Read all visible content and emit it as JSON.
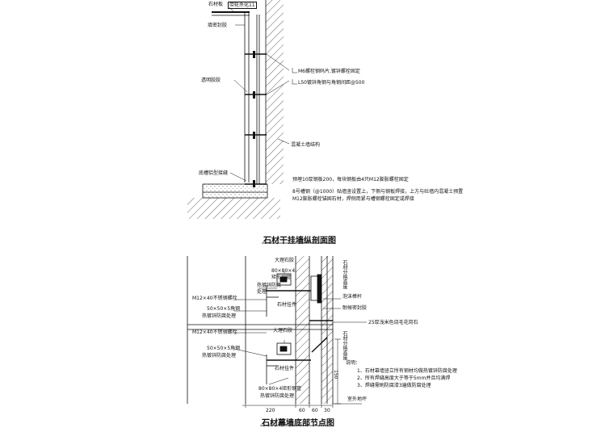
{
  "upper": {
    "title": "石材干挂墙纵剖面图",
    "labels": {
      "stone_panel": "石材板",
      "backing_rod": "带轮杀化11",
      "sealant": "填密封胶",
      "bolt": "M6螺栓钢码片,镀锌螺栓固定",
      "angle": "L50镀锌角钢与角钢间距@500",
      "transparent_glue": "透明胶胶",
      "structure": "混凝土墙结构",
      "bottom_drain": "底槽铝型接缝",
      "note1": "预埋10厚钢板200，每块钢板由4只M12膨胀螺栓固定",
      "note2": "8号槽钢（@1000）贴墙竖设置上，下侧与钢板焊接，上方与砼墙内混凝土预置",
      "note3": "M12膨胀螺栓锚固石材，焊侧用紧与槽钢螺栓固定或焊接"
    }
  },
  "lower": {
    "title": "石材幕墙底部节点图",
    "labels": {
      "marble_glue_a": "大理石胶",
      "bar_a1": "80×80×4",
      "bar_a2": "矩形钢管",
      "anchor_a1": "热镀锌防腐",
      "anchor_a2": "处理",
      "bolt_a": "M12×40不锈钢螺栓",
      "angle_a1": "50×50×5角钢",
      "angle_a2": "热镀锌防腐处理",
      "pendant_a": "石材挂件",
      "foam": "泡沫棒杆",
      "sealant_a": "耐候密封胶",
      "ledge": "25厚浅米色烧毛花岗石",
      "marble_glue_b": "大理石胶",
      "bolt_b": "M12×40不锈钢螺栓",
      "angle_b1": "50×50×5角钢",
      "angle_b2": "热镀锌防腐处理",
      "pendant_b": "石材挂件",
      "bar_b1": "80×80×4矩形钢管",
      "bar_b2": "热镀锌防腐处理",
      "notes_head": "说明：",
      "note1": "1、石材幕墙竖立所有钢材均做热镀锌防腐处理",
      "note2": "2、所有焊缝高度大于等于5mm并且均满焊",
      "note3": "3、焊缝需刷防腐漆3遍做防腐处理",
      "floor": "室外地坪",
      "vert_a": "石材分格高度",
      "vert_b": "石材分格高度",
      "dim_v": "150",
      "dim_a": "220",
      "dim_b": "60",
      "dim_c": "60",
      "dim_d": "30"
    }
  }
}
